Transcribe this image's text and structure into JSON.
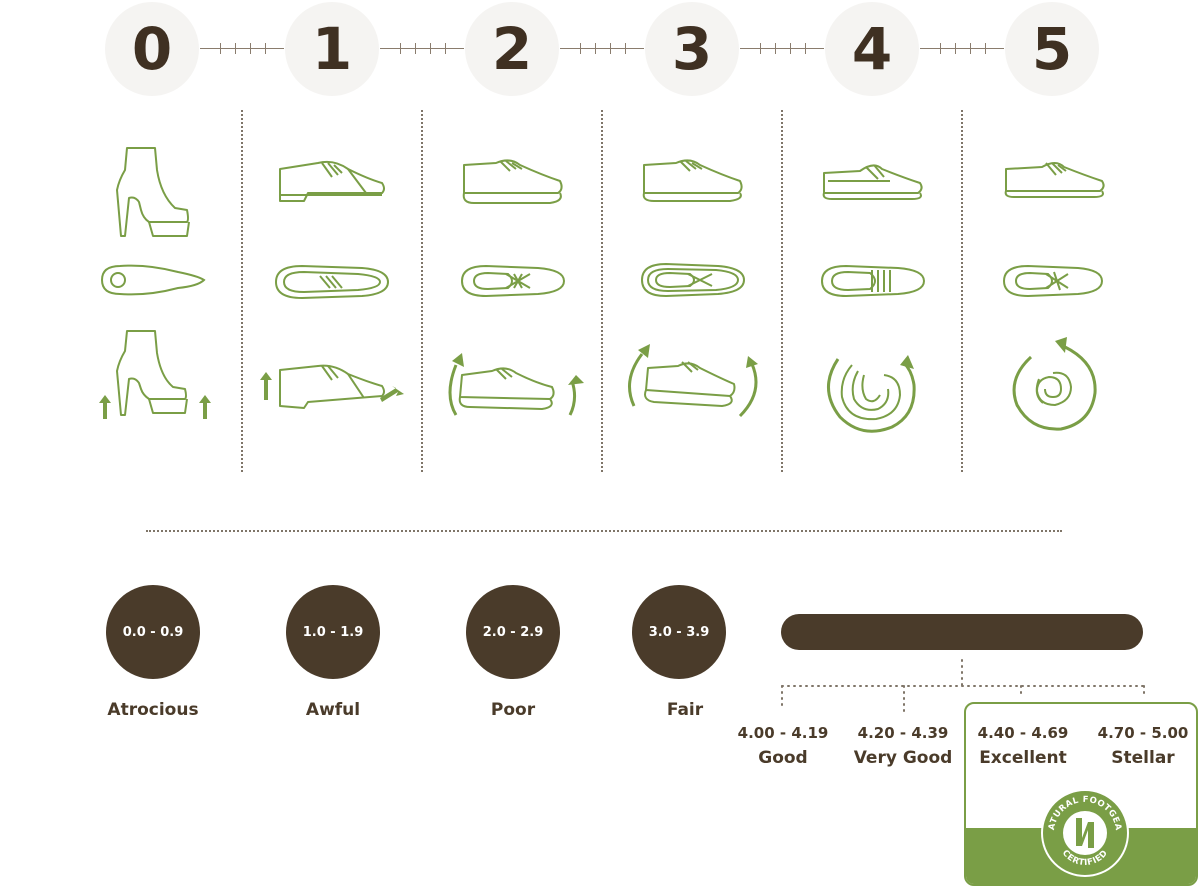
{
  "scale": {
    "numbers": [
      "0",
      "1",
      "2",
      "3",
      "4",
      "5"
    ]
  },
  "ratings": [
    {
      "range": "0.0 - 0.9",
      "label": "Atrocious"
    },
    {
      "range": "1.0 - 1.9",
      "label": "Awful"
    },
    {
      "range": "2.0 - 2.9",
      "label": "Poor"
    },
    {
      "range": "3.0 - 3.9",
      "label": "Fair"
    }
  ],
  "sub_ratings": [
    {
      "range": "4.00 - 4.19",
      "label": "Good"
    },
    {
      "range": "4.20 - 4.39",
      "label": "Very Good"
    },
    {
      "range": "4.40 - 4.69",
      "label": "Excellent"
    },
    {
      "range": "4.70 - 5.00",
      "label": "Stellar"
    }
  ],
  "certification": {
    "seal_text_top": "NATURAL FOOTGEAR",
    "seal_text_bottom": "CERTIFIED"
  },
  "icons": {
    "row1": [
      "high-heel-side-icon",
      "dress-shoe-side-icon",
      "running-shoe-side-icon",
      "sneaker-side-icon",
      "boat-shoe-side-icon",
      "minimal-shoe-side-icon"
    ],
    "row2": [
      "high-heel-sole-icon",
      "dress-shoe-top-icon",
      "running-shoe-top-icon",
      "sneaker-top-icon",
      "boat-shoe-top-icon",
      "minimal-shoe-top-icon"
    ],
    "row3": [
      "heel-lift-icon",
      "dress-shoe-flex-icon",
      "running-shoe-flex-icon",
      "sneaker-flex-icon",
      "boat-shoe-roll-icon",
      "minimal-shoe-roll-icon"
    ]
  },
  "colors": {
    "brown": "#4a3b2a",
    "green": "#7a9e46",
    "circle_bg": "#f5f4f2"
  }
}
